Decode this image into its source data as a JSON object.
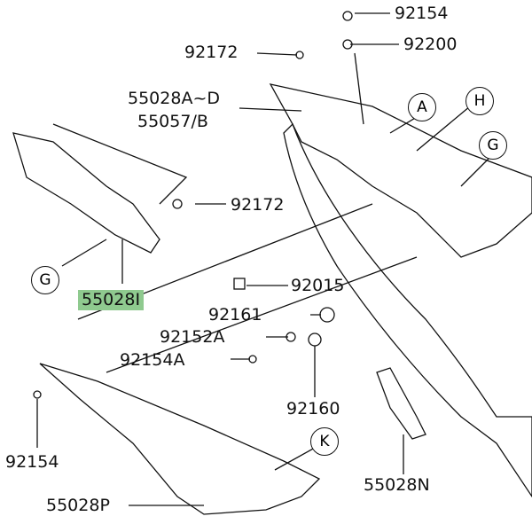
{
  "diagram": {
    "part_numbers": {
      "p92154_top": "92154",
      "p92200": "92200",
      "p92172_top": "92172",
      "p55028AD": "55028A~D",
      "p55057B": "55057/B",
      "p92172_mid": "92172",
      "p55028I": "55028I",
      "p92015": "92015",
      "p92161": "92161",
      "p92152A": "92152A",
      "p92154A": "92154A",
      "p92160": "92160",
      "p92154_bot": "92154",
      "p55028P": "55028P",
      "p55028N": "55028N"
    },
    "callouts": {
      "A": "A",
      "H": "H",
      "G_right": "G",
      "G_left": "G",
      "K": "K"
    },
    "highlight_color": "#8fca8f"
  }
}
